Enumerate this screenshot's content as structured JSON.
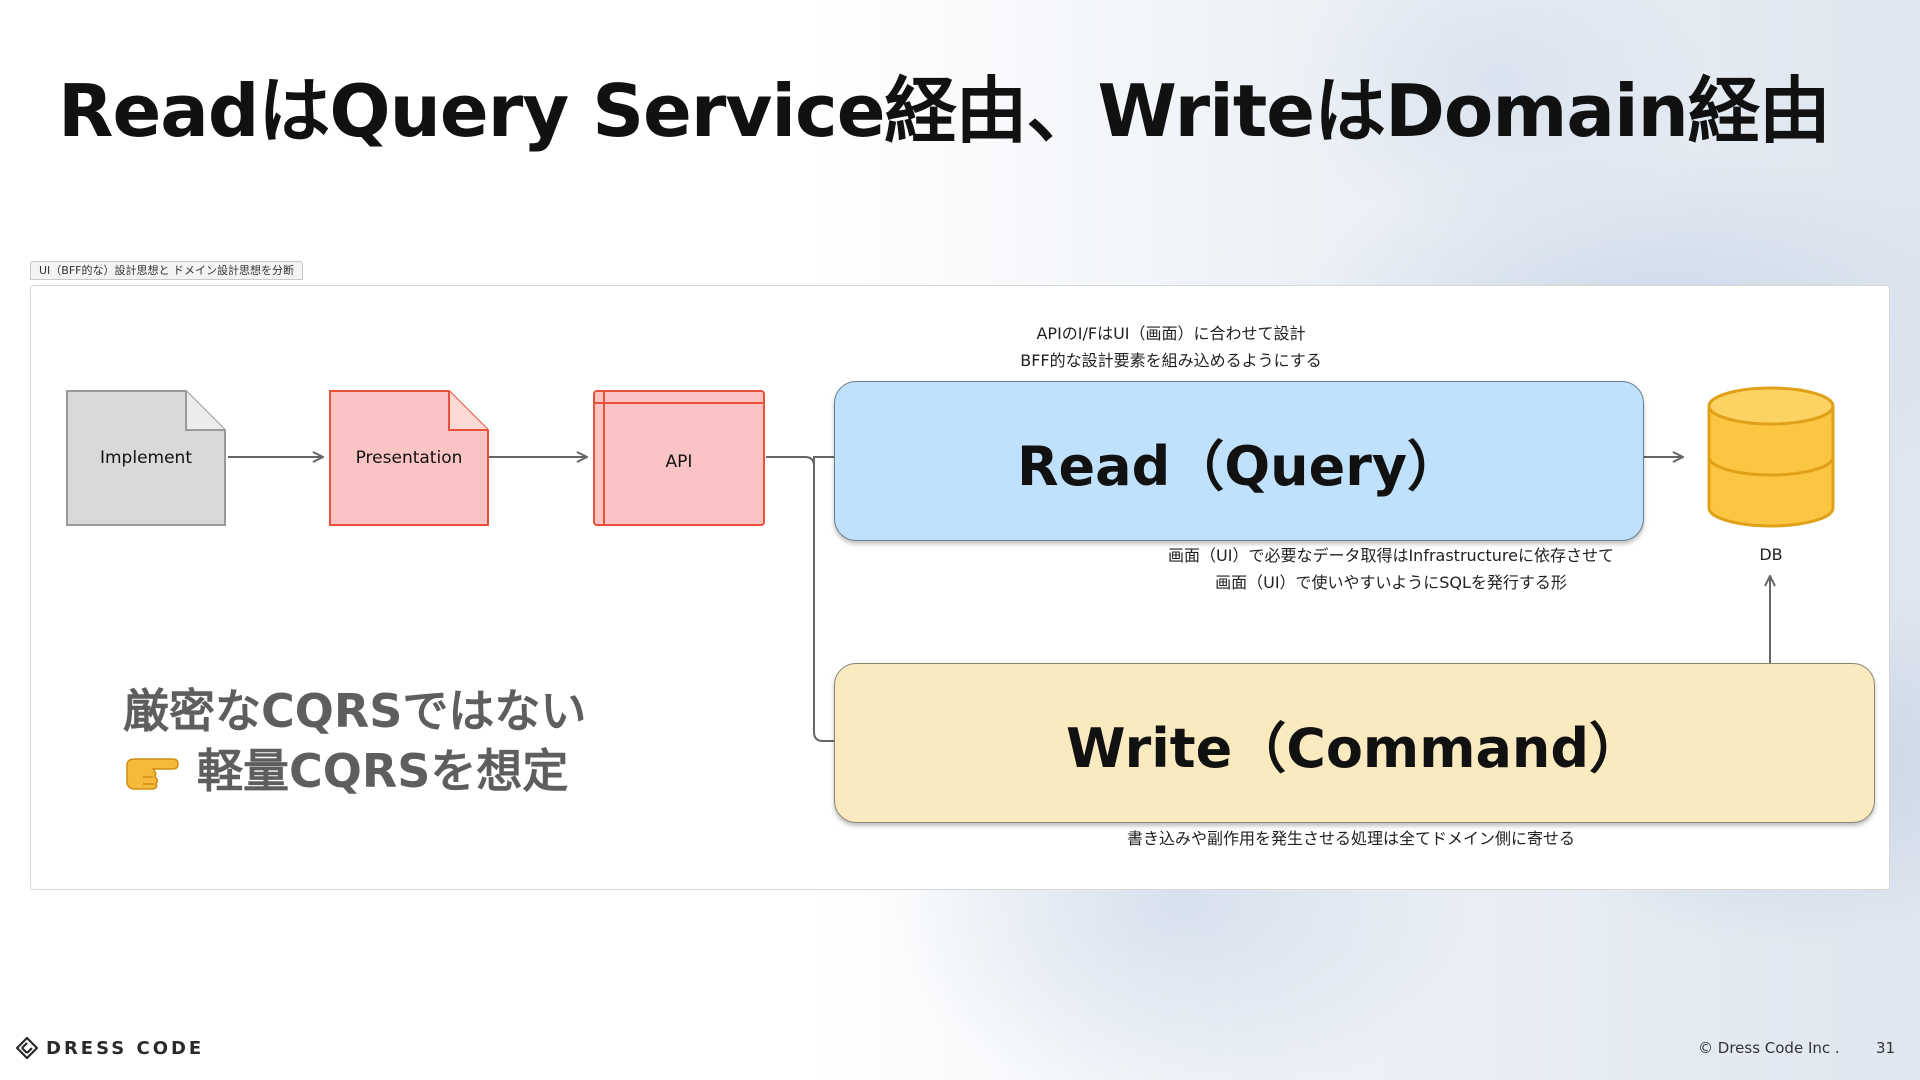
{
  "slide": {
    "title": "ReadはQuery Service経由、WriteはDomain経由",
    "page_number": "31",
    "copyright": "© Dress Code Inc .",
    "brand": "DRESS CODE"
  },
  "diagram": {
    "frame_label": "UI（BFF的な）設計思想と ドメイン設計思想を分断",
    "nodes": {
      "implement": "Implement",
      "presentation": "Presentation",
      "api": "API",
      "read": "Read（Query）",
      "write": "Write（Command）",
      "db": "DB"
    },
    "notes": {
      "api_line1": "APIのI/FはUI（画面）に合わせて設計",
      "api_line2": "BFF的な設計要素を組み込めるようにする",
      "read_line1": "画面（UI）で必要なデータ取得はInfrastructureに依存させて",
      "read_line2": "画面（UI）で使いやすいようにSQLを発行する形",
      "write_line1": "書き込みや副作用を発生させる処理は全てドメイン側に寄せる"
    },
    "callout": {
      "line1": "厳密なCQRSではない",
      "line2": "軽量CQRSを想定"
    },
    "colors": {
      "implement_fill": "#d9d9d9",
      "presentation_fill": "#fbc4c4",
      "api_fill": "#fbc4c4",
      "red_stroke": "#e8503a",
      "read_fill": "#bfe1fb",
      "write_fill": "#faeac0",
      "db_fill": "#fcc542",
      "db_stroke": "#e0a118"
    }
  }
}
